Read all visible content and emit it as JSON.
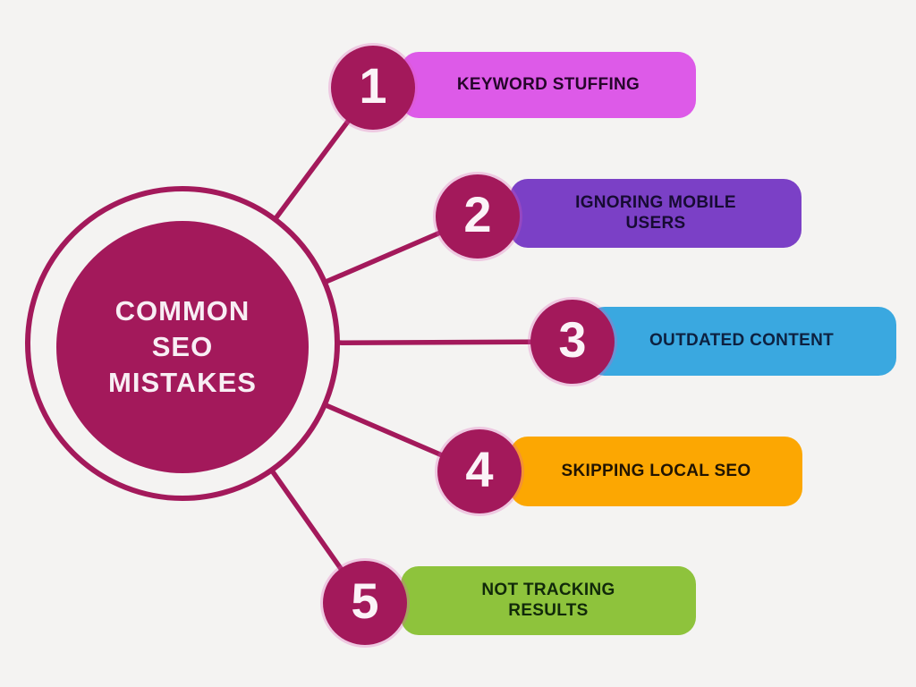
{
  "title": {
    "lines": [
      "COMMON",
      "SEO",
      "MISTAKES"
    ]
  },
  "colors": {
    "background": "#F4F3F2",
    "primary": "#A3195B",
    "title_text": "#F8EEF4",
    "number_text": "#FBF3F7"
  },
  "items": [
    {
      "number": "1",
      "label_lines": [
        "KEYWORD STUFFING"
      ],
      "bar_color": "#DD5AE8",
      "text_color": "#26062B"
    },
    {
      "number": "2",
      "label_lines": [
        "IGNORING MOBILE",
        "USERS"
      ],
      "bar_color": "#7B40C6",
      "text_color": "#170B33"
    },
    {
      "number": "3",
      "label_lines": [
        "OUTDATED CONTENT"
      ],
      "bar_color": "#3AA8E0",
      "text_color": "#0D2140"
    },
    {
      "number": "4",
      "label_lines": [
        "SKIPPING LOCAL SEO"
      ],
      "bar_color": "#FCA702",
      "text_color": "#211402"
    },
    {
      "number": "5",
      "label_lines": [
        "NOT TRACKING",
        "RESULTS"
      ],
      "bar_color": "#8EC33C",
      "text_color": "#11290A"
    }
  ]
}
